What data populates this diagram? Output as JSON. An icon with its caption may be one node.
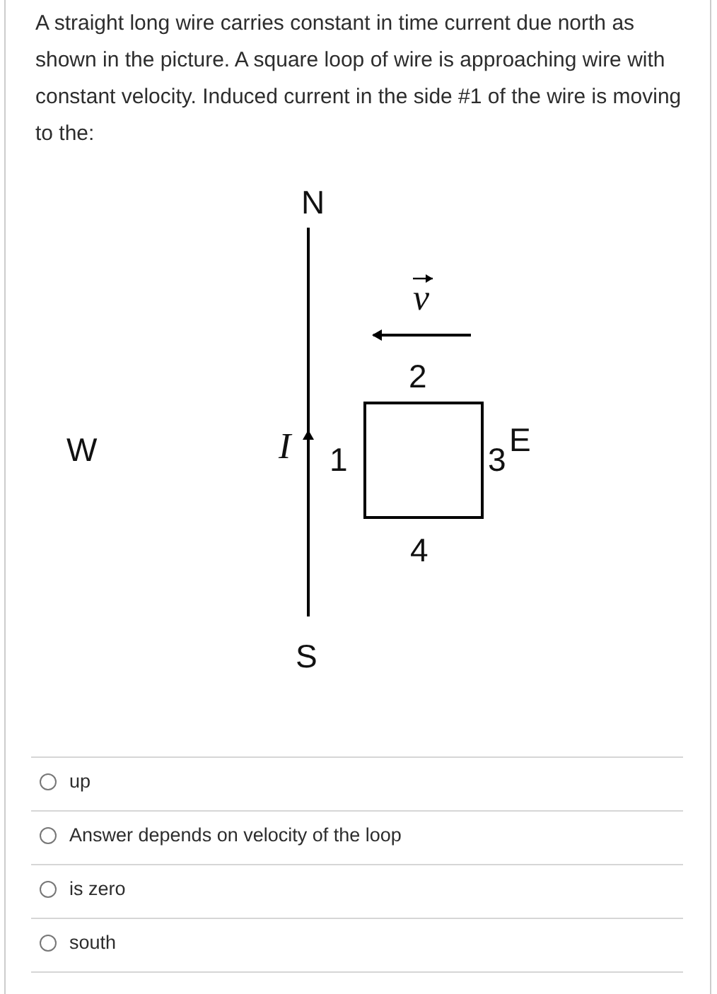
{
  "diagram": {
    "labels": [
      "A straight long wire carries constant in time current due north as shown in the picture. A square loop of wire is approaching wire with constant velocity.  Induced current in the side #1 of the wire is moving  to the:",
      "N",
      "v",
      "2",
      "W",
      "I",
      "1",
      "3",
      "E",
      "4",
      "S",
      "up",
      "Answer depends on velocity of the loop",
      "is zero",
      "south"
    ]
  }
}
